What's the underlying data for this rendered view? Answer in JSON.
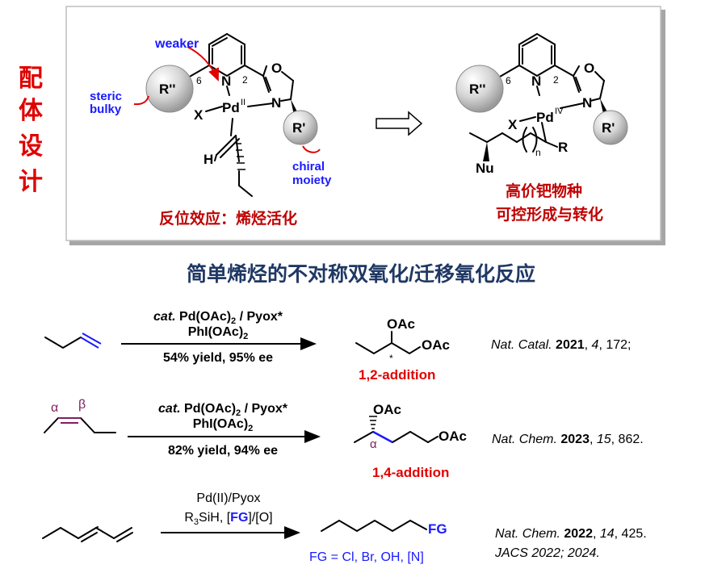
{
  "side_label": [
    "配",
    "体",
    "设",
    "计"
  ],
  "panel": {
    "left": {
      "weaker": "weaker",
      "steric": "steric",
      "bulky": "bulky",
      "rgroup_big": "R''",
      "pos6": "6",
      "pos2": "2",
      "n_pyr": "N",
      "n_ox": "N",
      "o_ox": "O",
      "pd": "Pd",
      "pd_ox": "II",
      "x": "X",
      "h": "H",
      "rprime": "R'",
      "chiral": "chiral",
      "moiety": "moiety",
      "caption": "反位效应：烯烃活化"
    },
    "right": {
      "rgroup_big": "R''",
      "pos6": "6",
      "pos2": "2",
      "n_pyr": "N",
      "n_ox": "N",
      "o_ox": "O",
      "pd": "Pd",
      "pd_ox": "IV",
      "x": "X",
      "rprime": "R'",
      "r": "R",
      "n_sub": "n",
      "nu": "Nu",
      "caption_1": "高价钯物种",
      "caption_2": "可控形成与转化"
    }
  },
  "heading": "简单烯烃的不对称双氧化/迁移氧化反应",
  "reactions": [
    {
      "cond_top_1": "cat.",
      "cond_top_2": " Pd(OAc)",
      "cond_top_3": "2",
      "cond_top_4": " / Pyox*",
      "cond_mid_1": "PhI(OAc)",
      "cond_mid_2": "2",
      "cond_bottom": "54% yield, 95% ee",
      "product_oac_1": "OAc",
      "product_oac_2": "OAc",
      "star": "*",
      "label": "1,2-addition",
      "ref_journal": "Nat. Catal.",
      "ref_year": "2021",
      "ref_vol": "4",
      "ref_page": ", 172;"
    },
    {
      "alpha": "α",
      "beta": "β",
      "cond_top_1": "cat.",
      "cond_top_2": " Pd(OAc)",
      "cond_top_3": "2",
      "cond_top_4": " / Pyox*",
      "cond_mid_1": "PhI(OAc)",
      "cond_mid_2": "2",
      "cond_bottom": "82% yield, 94% ee",
      "product_oac_1": "OAc",
      "product_oac_2": "OAc",
      "alpha_prod": "α",
      "label": "1,4-addition",
      "ref_journal": "Nat. Chem.",
      "ref_year": "2023",
      "ref_vol": "15",
      "ref_page": ", 862."
    },
    {
      "cond_top": "Pd(II)/Pyox",
      "cond_mid_1": "R",
      "cond_mid_2": "3",
      "cond_mid_3": "SiH, [",
      "cond_mid_4": "FG",
      "cond_mid_5": "]/[O]",
      "product_fg": "FG",
      "fg_list": "FG = Cl, Br, OH, [N]",
      "ref_journal": "Nat. Chem.",
      "ref_year": "2022",
      "ref_vol": "14",
      "ref_page": ", 425.",
      "ref_line2": "JACS 2022; 2024."
    }
  ],
  "colors": {
    "red": "#e00000",
    "blue": "#1a1aff",
    "navy": "#1f3864",
    "purple": "#7f1f5f",
    "darkred": "#c00000"
  }
}
